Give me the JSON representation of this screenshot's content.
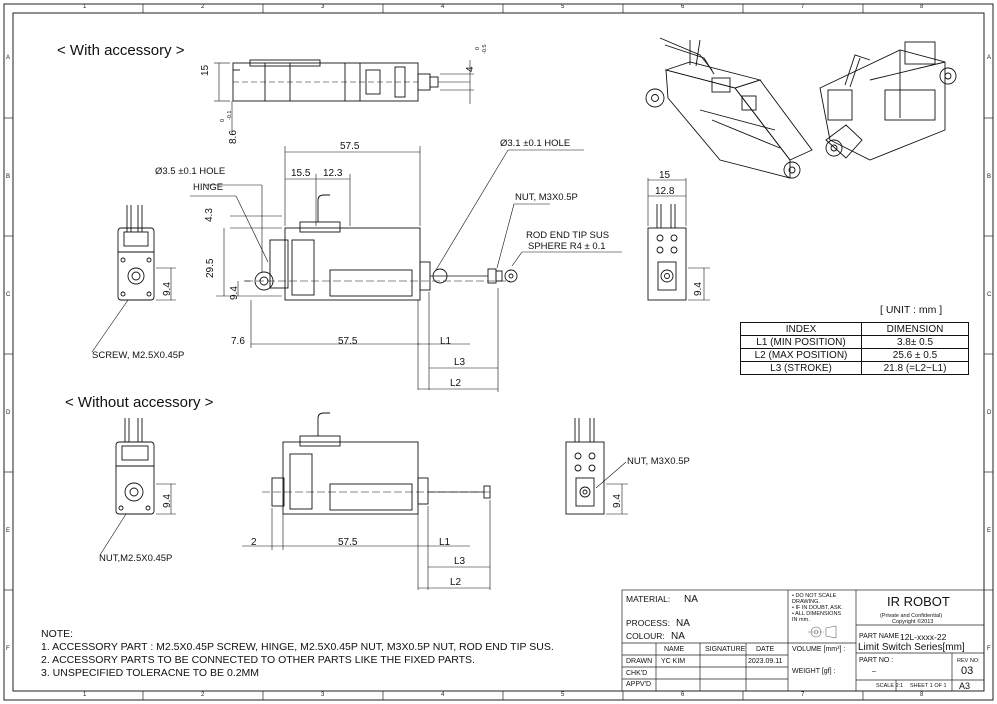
{
  "zones": {
    "columns": [
      "1",
      "2",
      "3",
      "4",
      "5",
      "6",
      "7",
      "8"
    ],
    "rows": [
      "A",
      "B",
      "C",
      "D",
      "E",
      "F"
    ]
  },
  "views": {
    "with_heading": "< With accessory >",
    "without_heading": "< Without accessory >"
  },
  "with_dims": {
    "d15_top": "15",
    "d4": "4",
    "d4_tol": "0\n-0.5",
    "d86": "8.6",
    "d86_tol": "0\n-0.1",
    "d575_top": "57.5",
    "d155": "15.5",
    "d123": "12.3",
    "d43": "4.3",
    "d295": "29.5",
    "d94_front": "9.4",
    "d94_left": "9.4",
    "d94_right": "9.4",
    "d76": "7.6",
    "d575_bot": "57.5",
    "L1": "L1",
    "L3": "L3",
    "L2": "L2",
    "d15_right": "15",
    "d128": "12.8"
  },
  "callouts": {
    "hole35": "Ø3.5 ±0.1 HOLE",
    "hinge": "HINGE",
    "hole31": "Ø3.1 ±0.1 HOLE",
    "nut_m3": "NUT, M3X0.5P",
    "rod_end": "ROD END TIP SUS",
    "sphere": "SPHERE R4 ± 0.1",
    "screw": "SCREW, M2.5X0.45P",
    "nut_m3_2": "NUT, M3X0.5P",
    "nut_m25": "NUT,M2.5X0.45P"
  },
  "without_dims": {
    "d94_left": "9.4",
    "d2": "2",
    "d575": "57.5",
    "L1": "L1",
    "L3": "L3",
    "L2": "L2",
    "d94_right": "9.4"
  },
  "unit_label": "[ UNIT : mm ]",
  "dimension_table": {
    "headers": [
      "INDEX",
      "DIMENSION"
    ],
    "rows": [
      [
        "L1 (MIN POSITION)",
        "3.8± 0.5"
      ],
      [
        "L2 (MAX POSITION)",
        "25.6 ± 0.5"
      ],
      [
        "L3 (STROKE)",
        "21.8 (=L2−L1)"
      ]
    ]
  },
  "notes": {
    "title": "NOTE:",
    "items": [
      "1. ACCESSORY PART :  M2.5X0.45P SCREW, HINGE, M2.5X0.45P NUT, M3X0.5P NUT, ROD END TIP SUS.",
      "2. ACCESSORY PARTS TO BE CONNECTED TO OTHER PARTS LIKE THE  FIXED PARTS.",
      "3. UNSPECIFIED TOLERACNE TO BE 0.2MM"
    ]
  },
  "title_block": {
    "material_label": "MATERIAL:",
    "material_value": "NA",
    "process_label": "PROCESS:",
    "process_value": "NA",
    "colour_label": "COLOUR:",
    "colour_value": "NA",
    "col_name": "NAME",
    "col_signature": "SIGNATURE",
    "col_date": "DATE",
    "drawn_label": "DRAWN",
    "drawn_name": "YC KIM",
    "drawn_date": "2023.09.11",
    "chkd_label": "CHK'D",
    "appvd_label": "APPV'D",
    "notes_small": [
      "• DO NOT SCALE",
      "  DRAWING.",
      "• IF IN DOUBT, ASK.",
      "• ALL DIMENSIONS",
      "  IN mm."
    ],
    "volume_label": "VOLUME [mm³] :",
    "weight_label": "WEIGHT [gf] :",
    "company": "IR ROBOT",
    "confidential": "(Private and Confidential)",
    "copyright": "Copyright ©2013",
    "part_name_label": "PART NAME :",
    "part_name_code": "12L-xxxx-22",
    "part_name_desc": "Limit Switch Series[mm]",
    "part_no_label": "PART NO :",
    "part_no_value": "–",
    "rev_label": "REV NO:",
    "rev_value": "03",
    "scale": "SCALE 2:1",
    "sheet": "SHEET 1 OF 1",
    "size": "A3"
  }
}
